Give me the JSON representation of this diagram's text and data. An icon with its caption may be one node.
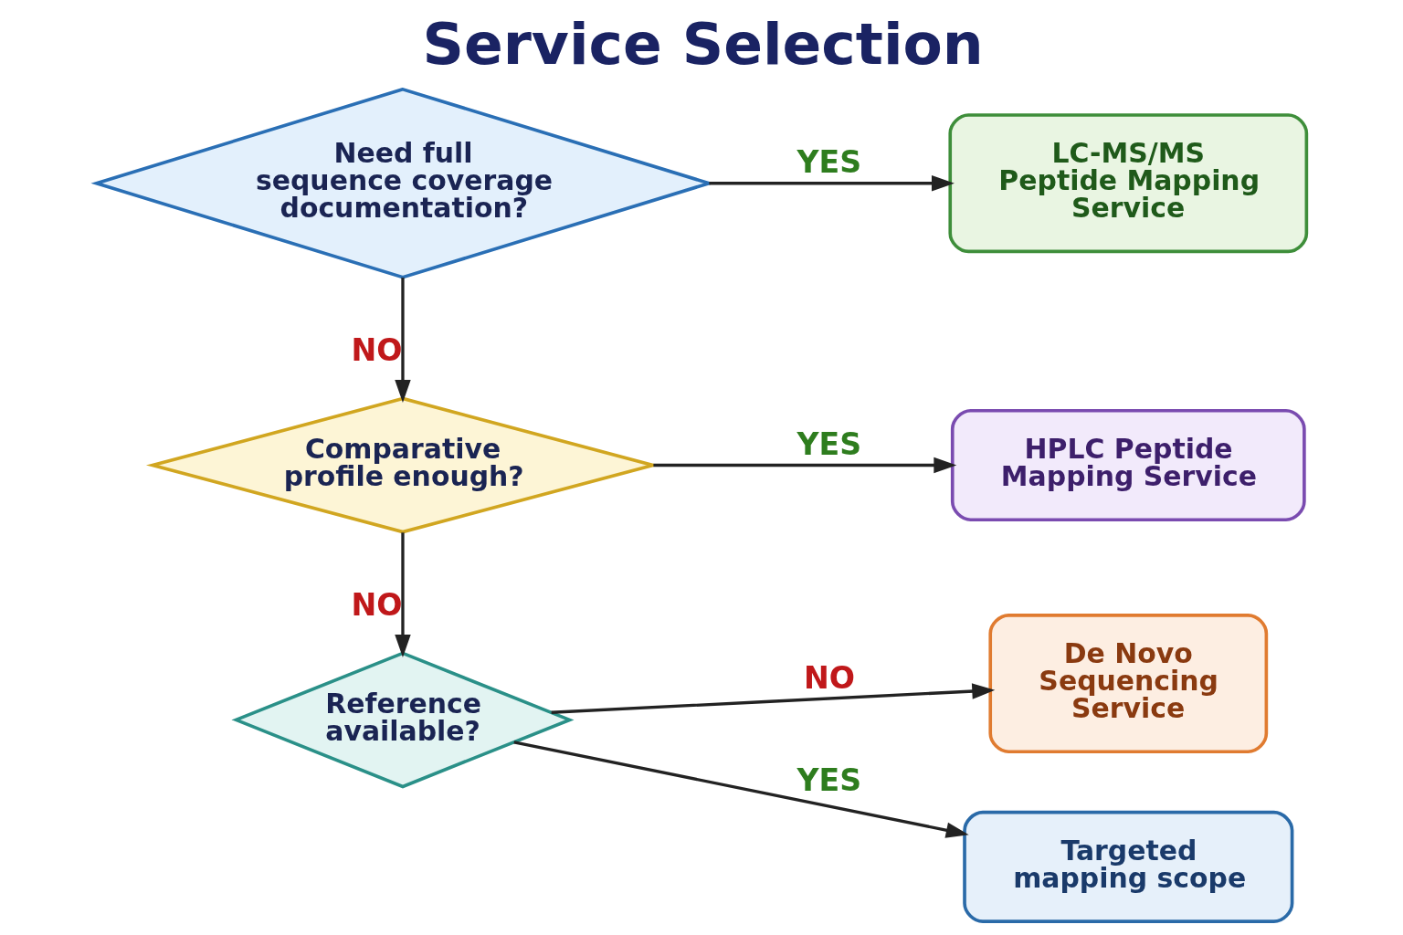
{
  "diagram": {
    "title": "Service Selection",
    "nodes": [
      {
        "text": [
          "Need full sequence coverage documentation?"
        ]
      },
      {
        "text": [
          "LC-MS/MS Peptide Mapping Service"
        ]
      },
      {
        "text": [
          "Comparative profile enough?"
        ]
      },
      {
        "text": [
          "HPLC Peptide Mapping Service"
        ]
      },
      {
        "text": [
          "Reference available?"
        ]
      },
      {
        "text": [
          "De Novo Sequencing Service"
        ]
      },
      {
        "text": [
          "Targeted mapping scope"
        ]
      }
    ],
    "edges": [
      {
        "from": 0,
        "to": 1,
        "arrow": "to",
        "label": "YES"
      },
      {
        "from": 0,
        "to": 2,
        "arrow": "to",
        "label": "NO"
      },
      {
        "from": 2,
        "to": 3,
        "arrow": "to",
        "label": "YES"
      },
      {
        "from": 2,
        "to": 4,
        "arrow": "to",
        "label": "NO"
      },
      {
        "from": 4,
        "to": 5,
        "arrow": "to",
        "label": "NO"
      },
      {
        "from": 4,
        "to": 6,
        "arrow": "to",
        "label": "YES"
      }
    ]
  }
}
